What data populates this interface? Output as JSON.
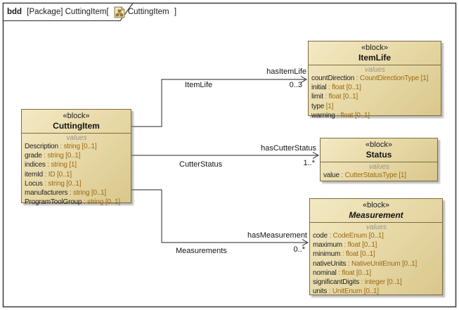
{
  "frame": {
    "kind": "bdd",
    "header_rest": " [Package] CuttingItem[ ",
    "diagram_name": "CuttingItem",
    "bracket_close": " ]",
    "diagram_icon": "sitemap-icon"
  },
  "colors": {
    "block_fill_light": "#f3e9c3",
    "block_fill_dark": "#d9c78c",
    "block_border": "#7c6c42",
    "attribute_type_text": "#9c6a14",
    "connector_line": "#4d4d4d",
    "values_label": "#9a9488"
  },
  "blocks": {
    "cutting_item": {
      "stereotype": "«block»",
      "name": "CuttingItem",
      "compartment_label": "values",
      "attributes": [
        {
          "name": "Description",
          "rest": " : string [0..1]"
        },
        {
          "name": "grade",
          "rest": " : string [0..1]"
        },
        {
          "name": "indices",
          "rest": " : string [1]"
        },
        {
          "name": "itemId",
          "rest": " : ID [0..1]"
        },
        {
          "name": "Locus",
          "rest": " : string [0..1]"
        },
        {
          "name": "manufacturers",
          "rest": " : string [0..1]"
        },
        {
          "name": "ProgramToolGroup",
          "rest": " : string [0..1]"
        }
      ]
    },
    "item_life": {
      "stereotype": "«block»",
      "name": "ItemLife",
      "compartment_label": "values",
      "attributes": [
        {
          "name": "countDirection",
          "rest": " : CountDirectionType [1]"
        },
        {
          "name": "initial",
          "rest": " : float [0..1]"
        },
        {
          "name": "limit",
          "rest": " : float [0..1]"
        },
        {
          "name": "type",
          "rest": " [1]"
        },
        {
          "name": "warning",
          "rest": " : float [0..1]"
        }
      ]
    },
    "status": {
      "stereotype": "«block»",
      "name": "Status",
      "compartment_label": "values",
      "attributes": [
        {
          "name": "value",
          "rest": " : CutterStatusType [1]"
        }
      ]
    },
    "measurement": {
      "stereotype": "«block»",
      "name": "Measurement",
      "compartment_label": "values",
      "attributes": [
        {
          "name": "code",
          "rest": " : CodeEnum [0..1]"
        },
        {
          "name": "maximum",
          "rest": " : float [0..1]"
        },
        {
          "name": "minimum",
          "rest": " : float [0..1]"
        },
        {
          "name": "nativeUnits",
          "rest": " : NativeUnitEnum [0..1]"
        },
        {
          "name": "nominal",
          "rest": " : float [0..1]"
        },
        {
          "name": "significantDigits",
          "rest": " : integer [0..1]"
        },
        {
          "name": "units",
          "rest": " : UnitEnum [0..1]"
        }
      ]
    }
  },
  "connectors": [
    {
      "target_role": "hasItemLife",
      "multiplicity": "0..3",
      "name": "ItemLife"
    },
    {
      "target_role": "hasCutterStatus",
      "multiplicity": "1..*",
      "name": "CutterStatus"
    },
    {
      "target_role": "hasMeasurement",
      "multiplicity": "0..*",
      "name": "Measurements"
    }
  ]
}
